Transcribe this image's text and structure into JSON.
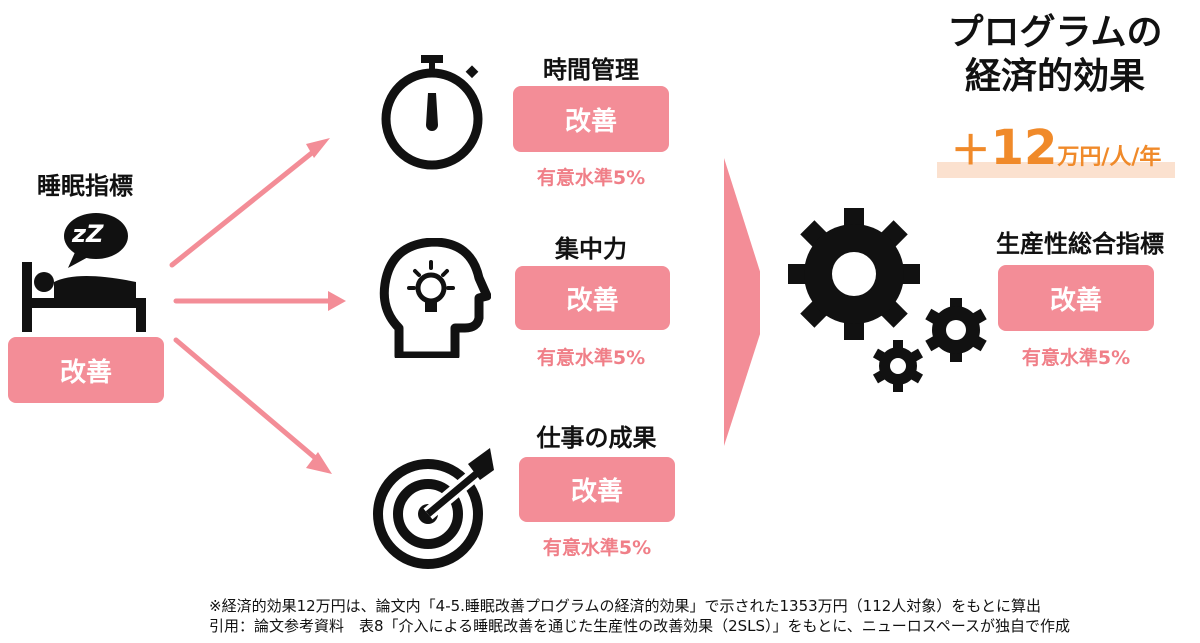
{
  "sleep": {
    "label": "睡眠指標",
    "result": "改善",
    "zz": "zZ"
  },
  "items": [
    {
      "label": "時間管理",
      "result": "改善",
      "significance": "有意水準5%"
    },
    {
      "label": "集中力",
      "result": "改善",
      "significance": "有意水準5%"
    },
    {
      "label": "仕事の成果",
      "result": "改善",
      "significance": "有意水準5%"
    }
  ],
  "productivity": {
    "label": "生産性総合指標",
    "result": "改善",
    "significance": "有意水準5%"
  },
  "economic": {
    "title_line1": "プログラムの",
    "title_line2": "経済的効果",
    "plus": "＋",
    "value": "12",
    "unit": "万円/人/年"
  },
  "footnotes": [
    "※経済的効果12万円は、論文内「4-5.睡眠改善プログラムの経済的効果」で示された1353万円（112人対象）をもとに算出",
    "引用：論文参考資料　表8「介入による睡眠改善を通じた生産性の改善効果（2SLS）」をもとに、ニューロスペースが独自で作成"
  ],
  "colors": {
    "pink": "#f38d97",
    "significance": "#f07f88",
    "orange": "#f08a2a",
    "highlight": "#fbe1cf"
  },
  "icons": [
    "sleeping-person-icon",
    "stopwatch-icon",
    "head-lightbulb-icon",
    "target-arrow-icon",
    "gears-icon"
  ]
}
